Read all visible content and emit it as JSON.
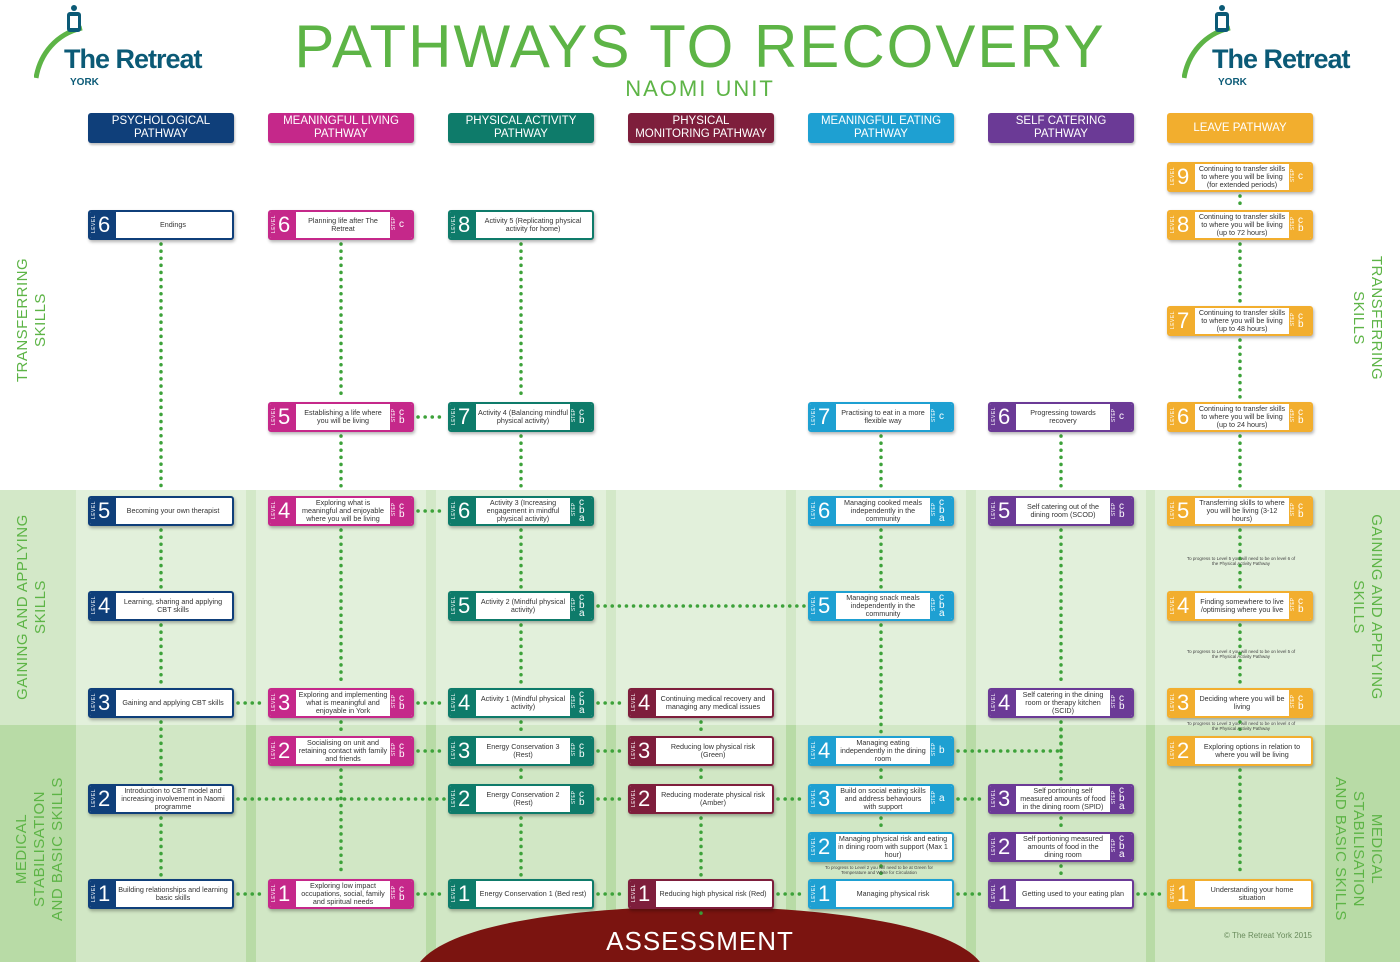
{
  "title": "PATHWAYS TO RECOVERY",
  "subtitle": "NAOMI UNIT",
  "logo": {
    "name": "The Retreat",
    "sub": "YORK"
  },
  "side_labels": {
    "transferring": "TRANSFERRING\nSKILLS",
    "gaining": "GAINING AND APPLYING\nSKILLS",
    "medical": "MEDICAL\nSTABILISATION\nAND BASIC SKILLS"
  },
  "card_level_word": "LEVEL",
  "card_step_word": "STEP",
  "pathways": [
    {
      "label": "PSYCHOLOGICAL PATHWAY",
      "color": "#0f3f7a"
    },
    {
      "label": "MEANINGFUL LIVING PATHWAY",
      "color": "#c5288a"
    },
    {
      "label": "PHYSICAL ACTIVITY PATHWAY",
      "color": "#0e7b6a"
    },
    {
      "label": "PHYSICAL MONITORING PATHWAY",
      "color": "#7e1e3c"
    },
    {
      "label": "MEANINGFUL EATING PATHWAY",
      "color": "#1ea0d2"
    },
    {
      "label": "SELF CATERING PATHWAY",
      "color": "#6b3a96"
    },
    {
      "label": "LEAVE PATHWAY",
      "color": "#f2ae2e"
    }
  ],
  "cards": [
    {
      "col": 0,
      "level": "6",
      "text": "Endings",
      "step": ""
    },
    {
      "col": 0,
      "level": "5",
      "text": "Becoming your own therapist",
      "step": ""
    },
    {
      "col": 0,
      "level": "4",
      "text": "Learning, sharing and applying CBT skills",
      "step": ""
    },
    {
      "col": 0,
      "level": "3",
      "text": "Gaining and applying CBT skills",
      "step": ""
    },
    {
      "col": 0,
      "level": "2",
      "text": "Introduction to CBT model and increasing involvement in Naomi programme",
      "step": ""
    },
    {
      "col": 0,
      "level": "1",
      "text": "Building relationships and learning basic skills",
      "step": ""
    },
    {
      "col": 1,
      "level": "6",
      "text": "Planning life after The Retreat",
      "step": "c"
    },
    {
      "col": 1,
      "level": "5",
      "text": "Establishing a life where you will be living",
      "step": "c b"
    },
    {
      "col": 1,
      "level": "4",
      "text": "Exploring what is meaningful and enjoyable where you will be living",
      "step": "c b"
    },
    {
      "col": 1,
      "level": "3",
      "text": "Exploring and implementing what is meaningful and enjoyable in York",
      "step": "c b"
    },
    {
      "col": 1,
      "level": "2",
      "text": "Socialising on unit and retaining contact with family and friends",
      "step": "c b"
    },
    {
      "col": 1,
      "level": "1",
      "text": "Exploring low impact occupations, social, family and spiritual needs",
      "step": "c b"
    },
    {
      "col": 2,
      "level": "8",
      "text": "Activity 5 (Replicating physical activity for home)",
      "step": ""
    },
    {
      "col": 2,
      "level": "7",
      "text": "Activity 4 (Balancing mindful physical activity)",
      "step": "c b"
    },
    {
      "col": 2,
      "level": "6",
      "text": "Activity 3 (Increasing engagement in mindful physical activity)",
      "step": "c b a"
    },
    {
      "col": 2,
      "level": "5",
      "text": "Activity 2 (Mindful physical activity)",
      "step": "c b a"
    },
    {
      "col": 2,
      "level": "4",
      "text": "Activity 1 (Mindful physical activity)",
      "step": "c b a"
    },
    {
      "col": 2,
      "level": "3",
      "text": "Energy Conservation 3 (Rest)",
      "step": "c b"
    },
    {
      "col": 2,
      "level": "2",
      "text": "Energy Conservation 2 (Rest)",
      "step": "c b"
    },
    {
      "col": 2,
      "level": "1",
      "text": "Energy Conservation 1 (Bed rest)",
      "step": ""
    },
    {
      "col": 3,
      "level": "4",
      "text": "Continuing medical recovery and managing any medical issues",
      "step": ""
    },
    {
      "col": 3,
      "level": "3",
      "text": "Reducing low physical risk (Green)",
      "step": ""
    },
    {
      "col": 3,
      "level": "2",
      "text": "Reducing moderate physical risk (Amber)",
      "step": ""
    },
    {
      "col": 3,
      "level": "1",
      "text": "Reducing high physical risk (Red)",
      "step": ""
    },
    {
      "col": 4,
      "level": "7",
      "text": "Practising to eat in a more flexible way",
      "step": "c"
    },
    {
      "col": 4,
      "level": "6",
      "text": "Managing cooked meals independently in the community",
      "step": "c b a"
    },
    {
      "col": 4,
      "level": "5",
      "text": "Managing snack meals independently in the community",
      "step": "c b a"
    },
    {
      "col": 4,
      "level": "4",
      "text": "Managing eating independently in the dining room",
      "step": "b"
    },
    {
      "col": 4,
      "level": "3",
      "text": "Build on social eating skills and address behaviours with support",
      "step": "a"
    },
    {
      "col": 4,
      "level": "2",
      "text": "Managing physical risk and eating in dining room with support (Max 1 hour)",
      "step": ""
    },
    {
      "col": 4,
      "level": "1",
      "text": "Managing physical risk",
      "step": ""
    },
    {
      "col": 5,
      "level": "6",
      "text": "Progressing towards recovery",
      "step": "c"
    },
    {
      "col": 5,
      "level": "5",
      "text": "Self catering out of the dining room (SCOD)",
      "step": "c b"
    },
    {
      "col": 5,
      "level": "4",
      "text": "Self catering in the dining room or therapy kitchen (SCID)",
      "step": "c b"
    },
    {
      "col": 5,
      "level": "3",
      "text": "Self portioning self measured amounts of food in the dining room (SPID)",
      "step": "c b a"
    },
    {
      "col": 5,
      "level": "2",
      "text": "Self portioning measured amounts of food in the dining room",
      "step": "c b a"
    },
    {
      "col": 5,
      "level": "1",
      "text": "Getting used to your eating plan",
      "step": ""
    },
    {
      "col": 6,
      "level": "9",
      "text": "Continuing to transfer skills to where you will be living (for extended periods)",
      "step": "c"
    },
    {
      "col": 6,
      "level": "8",
      "text": "Continuing to transfer skills to where you will be living (up to 72 hours)",
      "step": "c b"
    },
    {
      "col": 6,
      "level": "7",
      "text": "Continuing to transfer skills to where you will be living (up to 48 hours)",
      "step": "c b"
    },
    {
      "col": 6,
      "level": "6",
      "text": "Continuing to transfer skills to where you will be living (up to 24 hours)",
      "step": "c b"
    },
    {
      "col": 6,
      "level": "5",
      "text": "Transferring skills to where you will be living (3-12 hours)",
      "step": "c b"
    },
    {
      "col": 6,
      "level": "4",
      "text": "Finding somewhere to live /optimising where you live",
      "step": "c b"
    },
    {
      "col": 6,
      "level": "3",
      "text": "Deciding where you will be living",
      "step": "c b"
    },
    {
      "col": 6,
      "level": "2",
      "text": "Exploring options in relation to where you will be living",
      "step": ""
    },
    {
      "col": 6,
      "level": "1",
      "text": "Understanding your home situation",
      "step": ""
    }
  ],
  "notes": [
    "To progress to Level 5 you will need to be on level 6 of the Physical Activity Pathway",
    "To progress to Level 4 you will need to be on level 5 of the Physical Activity Pathway",
    "To progress to Level 3 you will need to be on level 4 of the Physical Activity Pathway",
    "To progress to Level 2 you will need to be at Green for Temperature and White for Circulation"
  ],
  "assessment": "ASSESSMENT",
  "copyright": "© The Retreat York 2015",
  "colors": {
    "green": "#5db446",
    "band_top": "#ffffff",
    "band_mid": "#d3e8c8",
    "band_low": "#b8dba6",
    "assessment": "#7b1410"
  }
}
